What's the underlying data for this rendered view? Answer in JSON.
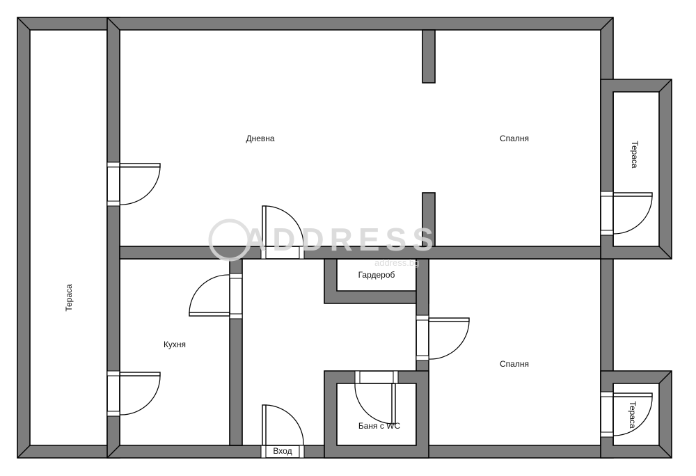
{
  "rooms": {
    "living": "Дневна",
    "bedroom_top": "Спалня",
    "bedroom_bottom": "Спалня",
    "kitchen": "Кухня",
    "wardrobe": "Гардероб",
    "bathroom": "Баня с WC",
    "entrance": "Вход",
    "terrace_left": "Тераса",
    "terrace_right_top": "Тераса",
    "terrace_right_bottom": "Тераса"
  },
  "watermark": {
    "brand": "ADDRESS",
    "domain": "address.bg"
  },
  "colors": {
    "wall_fill": "#7d7d7d",
    "wall_outline": "#000000",
    "background": "#ffffff"
  }
}
